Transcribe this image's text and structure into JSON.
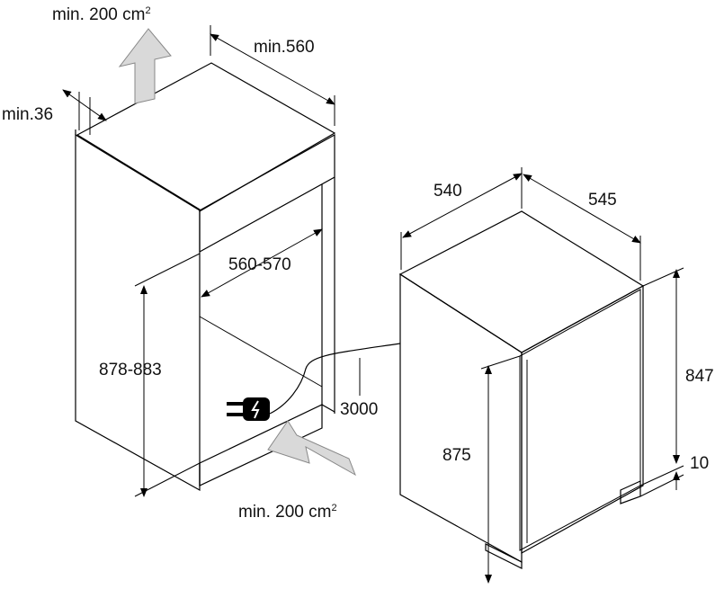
{
  "niche": {
    "top_vent": {
      "text": "min. 200 cm",
      "sup": "2"
    },
    "depth": "min.560",
    "side": "min.36",
    "width": "560-570",
    "height": "878-883",
    "bottom_vent": {
      "text": "min. 200 cm",
      "sup": "2"
    },
    "cable": "3000"
  },
  "appliance": {
    "width": "540",
    "depth": "545",
    "body_height": "847",
    "total_height": "875",
    "feet": "10"
  },
  "colors": {
    "appliance_fill": "#d4d5d8",
    "appliance_top": "#d1d3d6",
    "appliance_front": "#e8e9eb",
    "arrow_fill": "#d9d9d9",
    "line": "#000000"
  }
}
